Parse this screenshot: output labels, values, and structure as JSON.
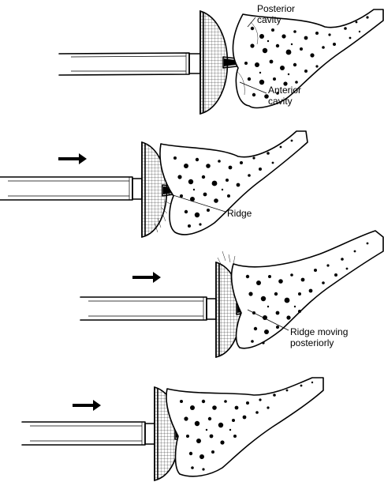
{
  "labels": {
    "posterior_cavity_line1": "Posterior",
    "posterior_cavity_line2": "cavity",
    "anterior_cavity_line1": "Anterior",
    "anterior_cavity_line2": "cavity",
    "ridge": "Ridge",
    "ridge_moving_line1": "Ridge moving",
    "ridge_moving_line2": "posteriorly"
  },
  "icons": {
    "motion_arrow": "arrow-right-icon",
    "instrument": "hemispherical-reamer-icon",
    "bone": "cancellous-bone-icon"
  },
  "colors": {
    "ink": "#000000",
    "paper": "#ffffff"
  }
}
